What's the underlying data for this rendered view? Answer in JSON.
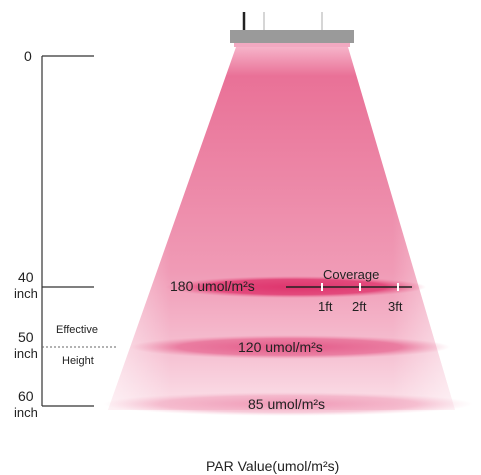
{
  "scale": {
    "zero": "0",
    "mark_40_value": "40",
    "mark_40_unit": "inch",
    "mark_50_value": "50",
    "mark_50_unit": "inch",
    "mark_60_value": "60",
    "mark_60_unit": "inch"
  },
  "effective_height": {
    "line1": "Effective",
    "line2": "Height"
  },
  "readings": {
    "at_40": "180 umol/m²s",
    "at_50": "120 umol/m²s",
    "at_60": "85 umol/m²s"
  },
  "coverage": {
    "title": "Coverage",
    "ticks": [
      "1ft",
      "2ft",
      "3ft"
    ]
  },
  "footer": "PAR Value(umol/m²s)",
  "colors": {
    "beam": "#e8457a",
    "ellipse": "#df3a70",
    "fixture": "#9a9a9a"
  }
}
